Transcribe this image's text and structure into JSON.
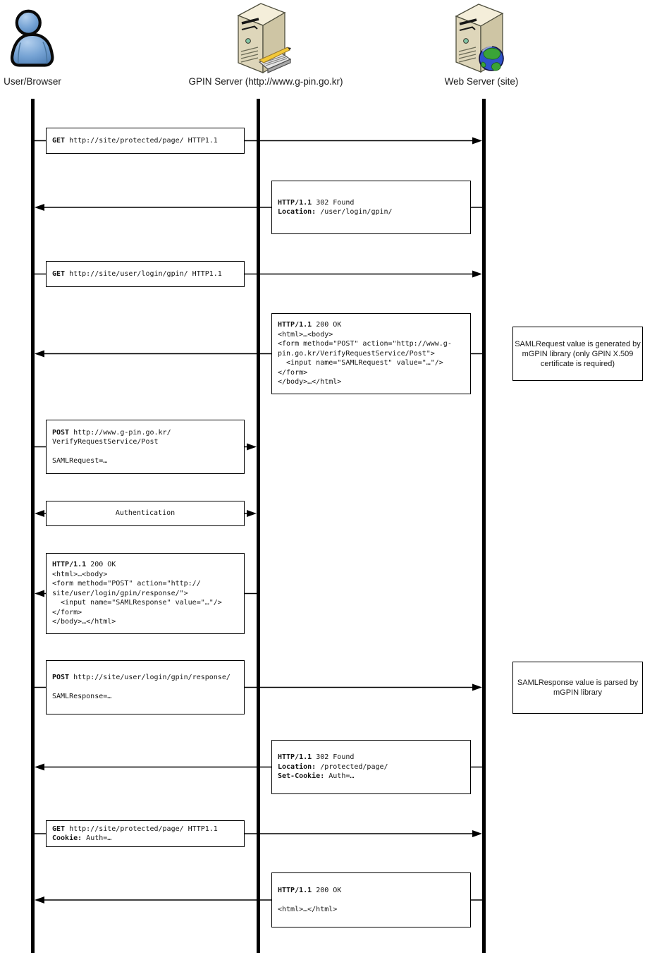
{
  "actors": [
    {
      "label": "User/Browser"
    },
    {
      "label": "GPIN Server (http://www.g-pin.go.kr)"
    },
    {
      "label": "Web Server (site)"
    }
  ],
  "messages": [
    {
      "desc": "initial protected page request",
      "from": "User/Browser",
      "to": "Web Server (site)",
      "direction": "right",
      "lines": [
        [
          {
            "t": "GET",
            "b": 1
          },
          {
            "t": " http://site/protected/page/ HTTP1.1"
          }
        ]
      ]
    },
    {
      "desc": "redirect to gpin login",
      "from": "Web Server (site)",
      "to": "User/Browser",
      "direction": "left",
      "lines": [
        [
          {
            "t": "HTTP/1.1",
            "b": 1
          },
          {
            "t": " 302 Found"
          }
        ],
        [
          {
            "t": "Location:",
            "b": 1
          },
          {
            "t": " /user/login/gpin/"
          }
        ]
      ]
    },
    {
      "desc": "get login page",
      "from": "User/Browser",
      "to": "Web Server (site)",
      "direction": "right",
      "lines": [
        [
          {
            "t": "GET",
            "b": 1
          },
          {
            "t": " http://site/user/login/gpin/ HTTP1.1"
          }
        ]
      ]
    },
    {
      "desc": "login page with SAMLRequest form",
      "from": "Web Server (site)",
      "to": "User/Browser",
      "direction": "left",
      "lines": [
        [
          {
            "t": "HTTP/1.1",
            "b": 1
          },
          {
            "t": " 200 OK"
          }
        ],
        [
          {
            "t": "<html>…<body>"
          }
        ],
        [
          {
            "t": "<form method=\"POST\" action=\"http://www.g-"
          }
        ],
        [
          {
            "t": "pin.go.kr/VerifyRequestService/Post\">"
          }
        ],
        [
          {
            "t": "  <input name=\"SAMLRequest\" value=\"…\"/>"
          }
        ],
        [
          {
            "t": "</form>"
          }
        ],
        [
          {
            "t": "</body>…</html>"
          }
        ]
      ]
    },
    {
      "desc": "post SAMLRequest to GPIN",
      "from": "User/Browser",
      "to": "GPIN Server",
      "direction": "right",
      "lines": [
        [
          {
            "t": "POST",
            "b": 1
          },
          {
            "t": " http://www.g-pin.go.kr/"
          }
        ],
        [
          {
            "t": "VerifyRequestService/Post"
          }
        ],
        [],
        [
          {
            "t": "SAMLRequest=…"
          }
        ]
      ]
    },
    {
      "desc": "authentication",
      "from": "User/Browser",
      "to": "GPIN Server",
      "direction": "both",
      "lines": [
        [
          {
            "t": "Authentication"
          }
        ]
      ]
    },
    {
      "desc": "SAMLResponse form from GPIN",
      "from": "GPIN Server",
      "to": "User/Browser",
      "direction": "left",
      "lines": [
        [
          {
            "t": "HTTP/1.1",
            "b": 1
          },
          {
            "t": " 200 OK"
          }
        ],
        [
          {
            "t": "<html>…<body>"
          }
        ],
        [
          {
            "t": "<form method=\"POST\" action=\"http://"
          }
        ],
        [
          {
            "t": "site/user/login/gpin/response/\">"
          }
        ],
        [
          {
            "t": "  <input name=\"SAMLResponse\" value=\"…\"/>"
          }
        ],
        [
          {
            "t": "</form>"
          }
        ],
        [
          {
            "t": "</body>…</html>"
          }
        ]
      ]
    },
    {
      "desc": "post SAMLResponse to site",
      "from": "User/Browser",
      "to": "Web Server (site)",
      "direction": "right",
      "lines": [
        [
          {
            "t": "POST",
            "b": 1
          },
          {
            "t": " http://site/user/login/gpin/response/"
          }
        ],
        [],
        [
          {
            "t": "SAMLResponse=…"
          }
        ]
      ]
    },
    {
      "desc": "redirect with auth cookie",
      "from": "Web Server (site)",
      "to": "User/Browser",
      "direction": "left",
      "lines": [
        [
          {
            "t": "HTTP/1.1",
            "b": 1
          },
          {
            "t": " 302 Found"
          }
        ],
        [
          {
            "t": "Location:",
            "b": 1
          },
          {
            "t": " /protected/page/"
          }
        ],
        [
          {
            "t": "Set-Cookie:",
            "b": 1
          },
          {
            "t": " Auth=…"
          }
        ]
      ]
    },
    {
      "desc": "get protected page with cookie",
      "from": "User/Browser",
      "to": "Web Server (site)",
      "direction": "right",
      "lines": [
        [
          {
            "t": "GET",
            "b": 1
          },
          {
            "t": " http://site/protected/page/ HTTP1.1"
          }
        ],
        [
          {
            "t": "Cookie:",
            "b": 1
          },
          {
            "t": " Auth=…"
          }
        ]
      ]
    },
    {
      "desc": "final protected page",
      "from": "Web Server (site)",
      "to": "User/Browser",
      "direction": "left",
      "lines": [
        [
          {
            "t": "HTTP/1.1",
            "b": 1
          },
          {
            "t": " 200 OK"
          }
        ],
        [],
        [
          {
            "t": "<html>…</html>"
          }
        ]
      ]
    }
  ],
  "notes": [
    {
      "text": "SAMLRequest value is generated by mGPIN library (only GPIN X.509 certificate is required)"
    },
    {
      "text": "SAMLResponse value is parsed by mGPIN library"
    }
  ],
  "colors": {
    "line": "#000000",
    "person_blue": "#76a3d4",
    "server_front": "#ded6ba",
    "server_side": "#cec5a4",
    "server_top": "#f4eeda",
    "led_green": "#84c7a8",
    "pen_yellow": "#f2c839",
    "globe_sea": "#2f52cc",
    "globe_land": "#3aa437"
  }
}
